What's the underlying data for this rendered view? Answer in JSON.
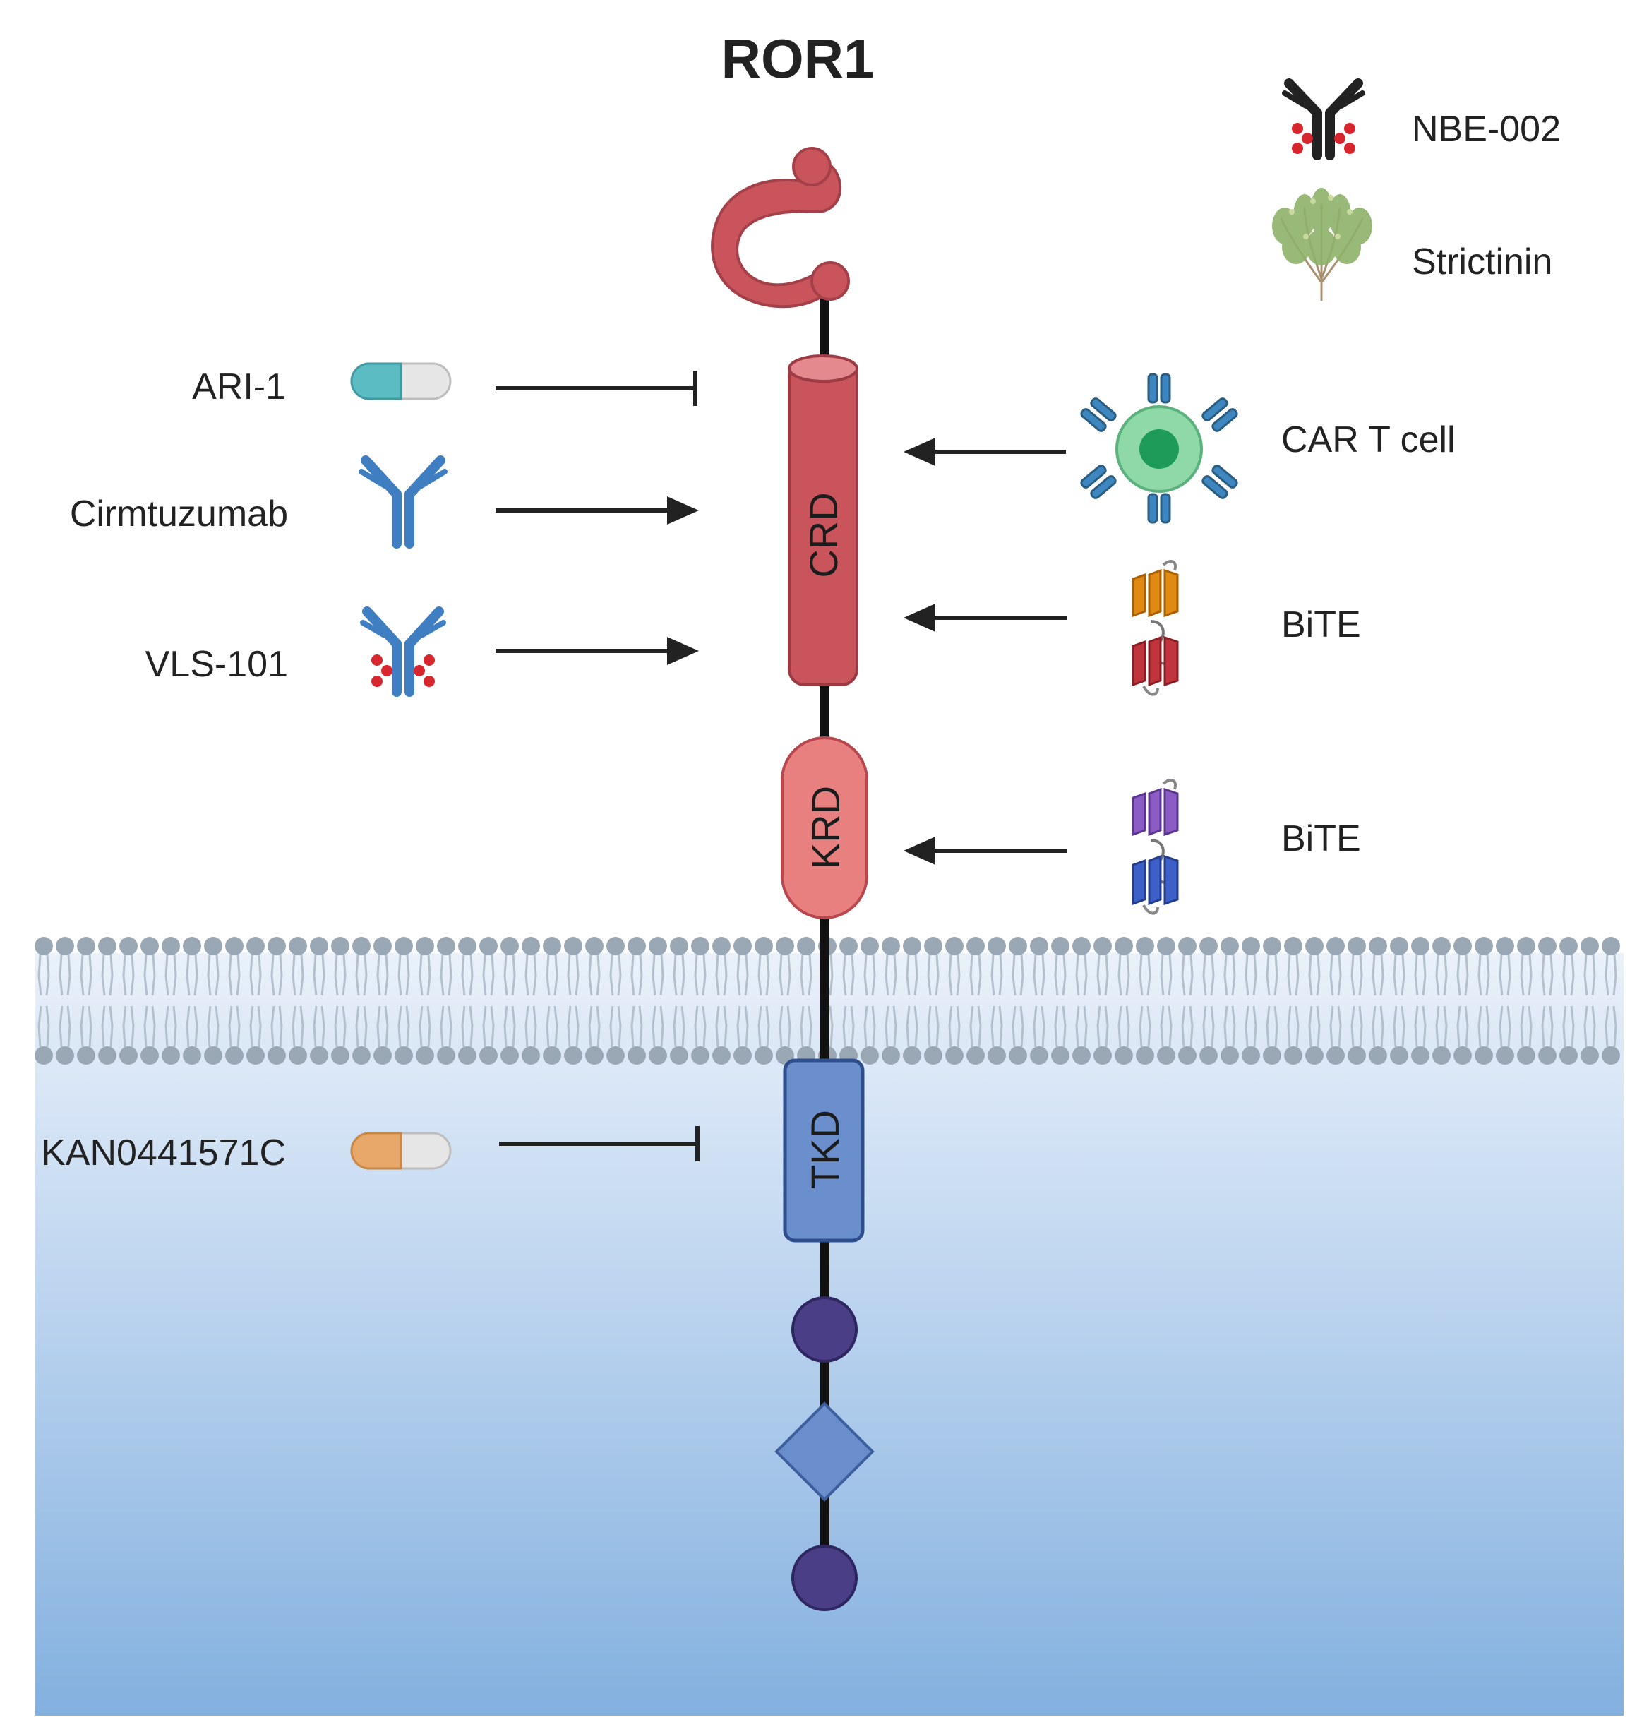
{
  "title": "ROR1",
  "legend": [
    {
      "label": "NBE-002",
      "icon": "adc-antibody-icon"
    },
    {
      "label": "Strictinin",
      "icon": "plant-icon"
    }
  ],
  "receptor_domains": {
    "crd": "CRD",
    "krd": "KRD",
    "tkd": "TKD"
  },
  "left_agents": [
    {
      "label": "ARI-1",
      "icon": "capsule-icon",
      "effect": "inhibits",
      "color": "#5bbcc4"
    },
    {
      "label": "Cirmtuzumab",
      "icon": "antibody-icon",
      "effect": "targets",
      "color": "#3f7fc1"
    },
    {
      "label": "VLS-101",
      "icon": "adc-antibody-icon",
      "effect": "targets",
      "color": "#3f7fc1"
    },
    {
      "label": "KAN0441571C",
      "icon": "capsule-icon",
      "effect": "inhibits",
      "color": "#e8a86a"
    }
  ],
  "right_agents": [
    {
      "label": "CAR T cell",
      "icon": "car-t-cell-icon",
      "target": "CRD"
    },
    {
      "label": "BiTE",
      "icon": "bite-icon",
      "target": "CRD"
    },
    {
      "label": "BiTE",
      "icon": "bite-icon",
      "target": "KRD"
    }
  ],
  "colors": {
    "receptor_red": "#c9545c",
    "krd_pink": "#e88080",
    "tkd_blue": "#6a8fcc",
    "intracellular_top": "#dde9f8",
    "intracellular_bottom": "#83b0df",
    "membrane_head": "#9aa8b6",
    "motif_purple": "#4a3f86"
  }
}
